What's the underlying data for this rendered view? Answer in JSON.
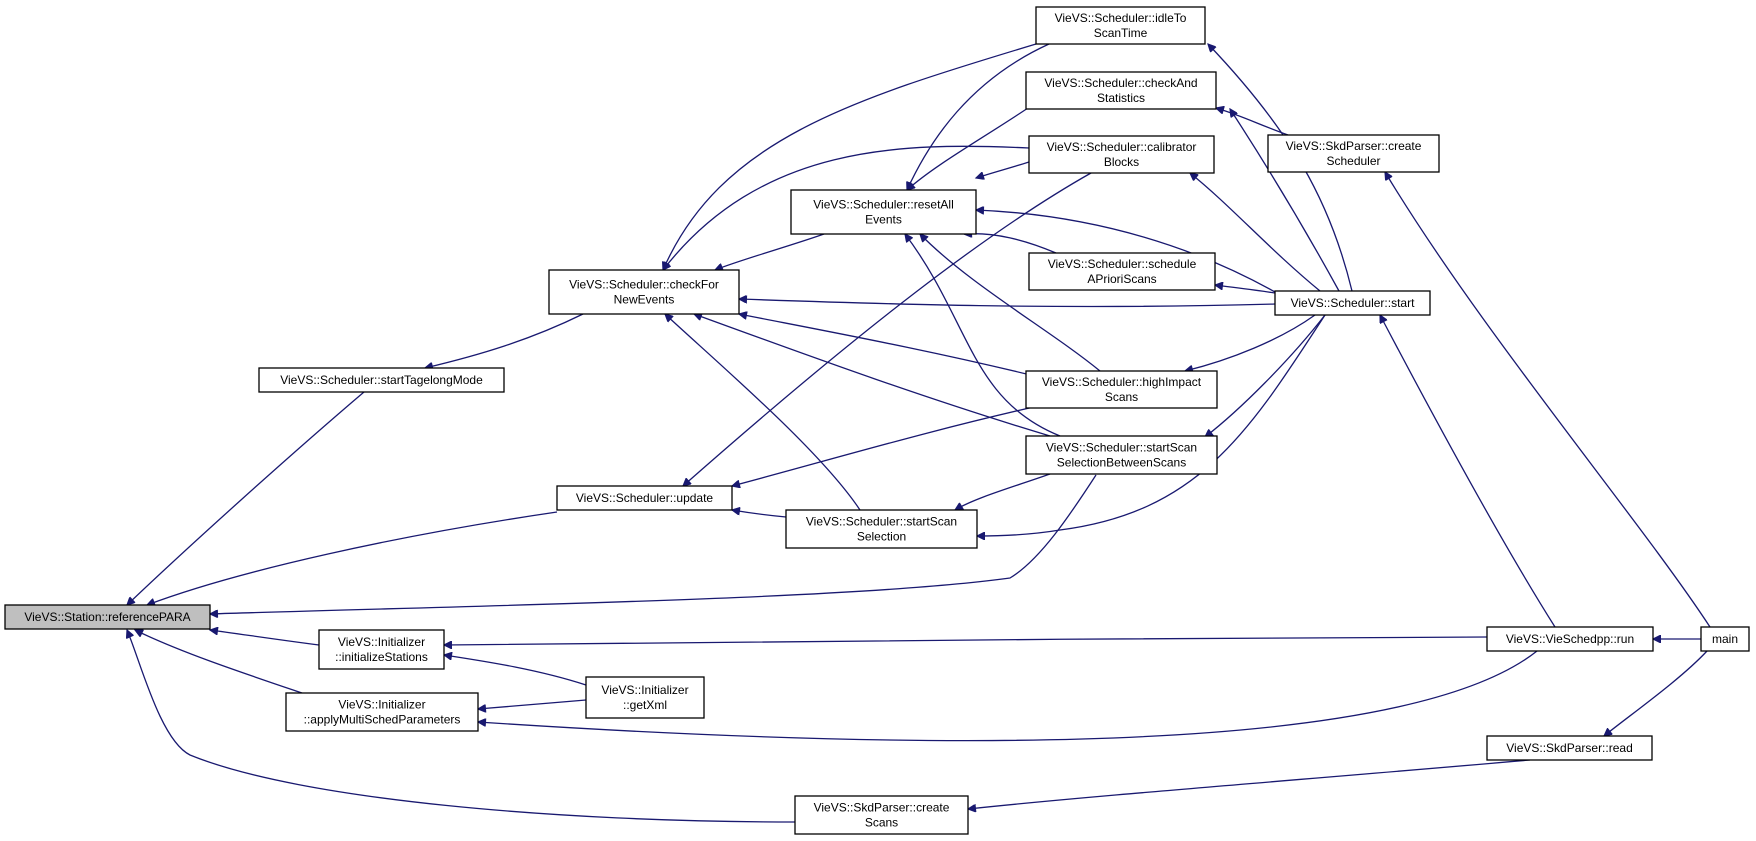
{
  "graph": {
    "edge_color": "#191970",
    "highlight_color": "#bfbfbf",
    "nodes": [
      {
        "id": "referencePARA",
        "lines": [
          "VieVS::Station::referencePARA"
        ],
        "highlight": true
      },
      {
        "id": "startTagelongMode",
        "lines": [
          "VieVS::Scheduler::startTagelongMode"
        ]
      },
      {
        "id": "checkForNewEvents",
        "lines": [
          "VieVS::Scheduler::checkFor",
          "NewEvents"
        ]
      },
      {
        "id": "resetAllEvents",
        "lines": [
          "VieVS::Scheduler::resetAll",
          "Events"
        ]
      },
      {
        "id": "idleToScanTime",
        "lines": [
          "VieVS::Scheduler::idleTo",
          "ScanTime"
        ]
      },
      {
        "id": "checkAndStatistics",
        "lines": [
          "VieVS::Scheduler::checkAnd",
          "Statistics"
        ]
      },
      {
        "id": "calibratorBlocks",
        "lines": [
          "VieVS::Scheduler::calibrator",
          "Blocks"
        ]
      },
      {
        "id": "scheduleAPrioriScans",
        "lines": [
          "VieVS::Scheduler::schedule",
          "APrioriScans"
        ]
      },
      {
        "id": "highImpactScans",
        "lines": [
          "VieVS::Scheduler::highImpact",
          "Scans"
        ]
      },
      {
        "id": "startScanSelectionBetweenScans",
        "lines": [
          "VieVS::Scheduler::startScan",
          "SelectionBetweenScans"
        ]
      },
      {
        "id": "update",
        "lines": [
          "VieVS::Scheduler::update"
        ]
      },
      {
        "id": "startScanSelection",
        "lines": [
          "VieVS::Scheduler::startScan",
          "Selection"
        ]
      },
      {
        "id": "skdCreateScheduler",
        "lines": [
          "VieVS::SkdParser::create",
          "Scheduler"
        ]
      },
      {
        "id": "start",
        "lines": [
          "VieVS::Scheduler::start"
        ]
      },
      {
        "id": "initializeStations",
        "lines": [
          "VieVS::Initializer",
          "::initializeStations"
        ]
      },
      {
        "id": "applyMultiSchedParameters",
        "lines": [
          "VieVS::Initializer",
          "::applyMultiSchedParameters"
        ]
      },
      {
        "id": "getXml",
        "lines": [
          "VieVS::Initializer",
          "::getXml"
        ]
      },
      {
        "id": "run",
        "lines": [
          "VieVS::VieSchedpp::run"
        ]
      },
      {
        "id": "main",
        "lines": [
          "main"
        ]
      },
      {
        "id": "skdRead",
        "lines": [
          "VieVS::SkdParser::read"
        ]
      },
      {
        "id": "skdCreateScans",
        "lines": [
          "VieVS::SkdParser::create",
          "Scans"
        ]
      }
    ],
    "edges": [
      {
        "from": "startTagelongMode",
        "to": "referencePARA"
      },
      {
        "from": "update",
        "to": "referencePARA"
      },
      {
        "from": "startScanSelectionBetweenScans",
        "to": "referencePARA"
      },
      {
        "from": "initializeStations",
        "to": "referencePARA"
      },
      {
        "from": "applyMultiSchedParameters",
        "to": "referencePARA"
      },
      {
        "from": "skdCreateScans",
        "to": "referencePARA"
      },
      {
        "from": "checkForNewEvents",
        "to": "startTagelongMode"
      },
      {
        "from": "resetAllEvents",
        "to": "checkForNewEvents"
      },
      {
        "from": "idleToScanTime",
        "to": "checkForNewEvents"
      },
      {
        "from": "calibratorBlocks",
        "to": "checkForNewEvents"
      },
      {
        "from": "start",
        "to": "checkForNewEvents"
      },
      {
        "from": "highImpactScans",
        "to": "checkForNewEvents"
      },
      {
        "from": "startScanSelectionBetweenScans",
        "to": "checkForNewEvents"
      },
      {
        "from": "startScanSelection",
        "to": "checkForNewEvents"
      },
      {
        "from": "idleToScanTime",
        "to": "resetAllEvents"
      },
      {
        "from": "checkAndStatistics",
        "to": "resetAllEvents"
      },
      {
        "from": "calibratorBlocks",
        "to": "resetAllEvents"
      },
      {
        "from": "scheduleAPrioriScans",
        "to": "resetAllEvents"
      },
      {
        "from": "start",
        "to": "resetAllEvents"
      },
      {
        "from": "highImpactScans",
        "to": "resetAllEvents"
      },
      {
        "from": "startScanSelectionBetweenScans",
        "to": "resetAllEvents"
      },
      {
        "from": "start",
        "to": "idleToScanTime"
      },
      {
        "from": "skdCreateScheduler",
        "to": "checkAndStatistics"
      },
      {
        "from": "start",
        "to": "checkAndStatistics"
      },
      {
        "from": "start",
        "to": "calibratorBlocks"
      },
      {
        "from": "start",
        "to": "scheduleAPrioriScans"
      },
      {
        "from": "start",
        "to": "highImpactScans"
      },
      {
        "from": "start",
        "to": "startScanSelectionBetweenScans"
      },
      {
        "from": "start",
        "to": "startScanSelection"
      },
      {
        "from": "calibratorBlocks",
        "to": "update"
      },
      {
        "from": "highImpactScans",
        "to": "update"
      },
      {
        "from": "startScanSelection",
        "to": "update"
      },
      {
        "from": "startScanSelectionBetweenScans",
        "to": "startScanSelection"
      },
      {
        "from": "main",
        "to": "skdCreateScheduler"
      },
      {
        "from": "run",
        "to": "start"
      },
      {
        "from": "run",
        "to": "initializeStations"
      },
      {
        "from": "getXml",
        "to": "initializeStations"
      },
      {
        "from": "getXml",
        "to": "applyMultiSchedParameters"
      },
      {
        "from": "run",
        "to": "applyMultiSchedParameters"
      },
      {
        "from": "main",
        "to": "run"
      },
      {
        "from": "main",
        "to": "skdRead"
      },
      {
        "from": "skdRead",
        "to": "skdCreateScans"
      }
    ]
  }
}
